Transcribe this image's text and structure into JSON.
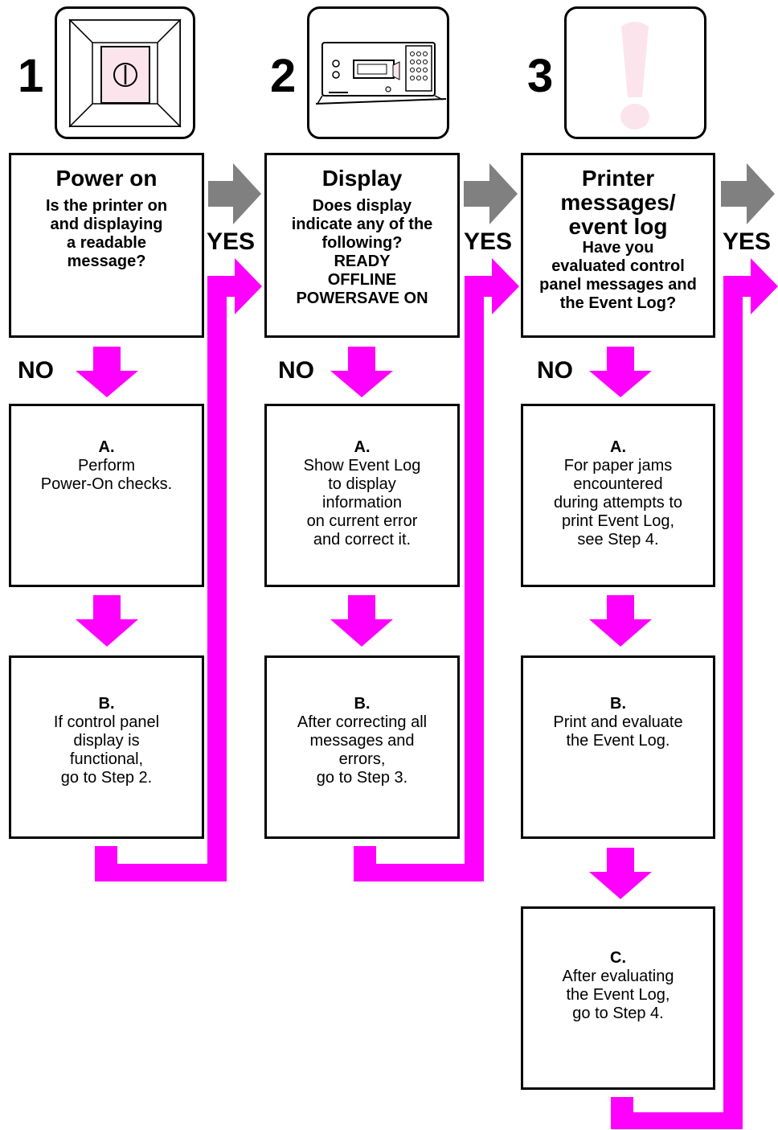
{
  "colors": {
    "accent": "#ff00ff",
    "yes_arrow": "#808080",
    "icon_pink": "#fbe4ec"
  },
  "steps": [
    {
      "number": "1",
      "icon": "power-switch-icon",
      "question_title": "Power on",
      "question_body": "Is the printer on\nand displaying\na readable\nmessage?",
      "yes_label": "YES",
      "no_label": "NO",
      "actions": [
        {
          "letter": "A.",
          "text": "Perform\nPower-On checks."
        },
        {
          "letter": "B.",
          "text": "If control panel\ndisplay is\nfunctional,\ngo to Step 2."
        }
      ]
    },
    {
      "number": "2",
      "icon": "control-panel-icon",
      "question_title": "Display",
      "question_body": "Does display\nindicate any of the\nfollowing?\nREADY\nOFFLINE\nPOWERSAVE ON",
      "yes_label": "YES",
      "no_label": "NO",
      "actions": [
        {
          "letter": "A.",
          "text": "Show Event Log\nto display\ninformation\non current error\nand correct it."
        },
        {
          "letter": "B.",
          "text": "After correcting all\nmessages and\nerrors,\ngo to Step 3."
        }
      ]
    },
    {
      "number": "3",
      "icon": "exclamation-icon",
      "question_title": "Printer\nmessages/\nevent log",
      "question_body": "Have you\nevaluated control\npanel messages and\nthe Event Log?",
      "yes_label": "YES",
      "no_label": "NO",
      "actions": [
        {
          "letter": "A.",
          "text": "For paper jams\nencountered\nduring attempts to\nprint Event Log,\nsee Step 4."
        },
        {
          "letter": "B.",
          "text": "Print and evaluate\nthe Event Log."
        },
        {
          "letter": "C.",
          "text": "After evaluating\nthe Event Log,\ngo to Step 4."
        }
      ]
    }
  ]
}
